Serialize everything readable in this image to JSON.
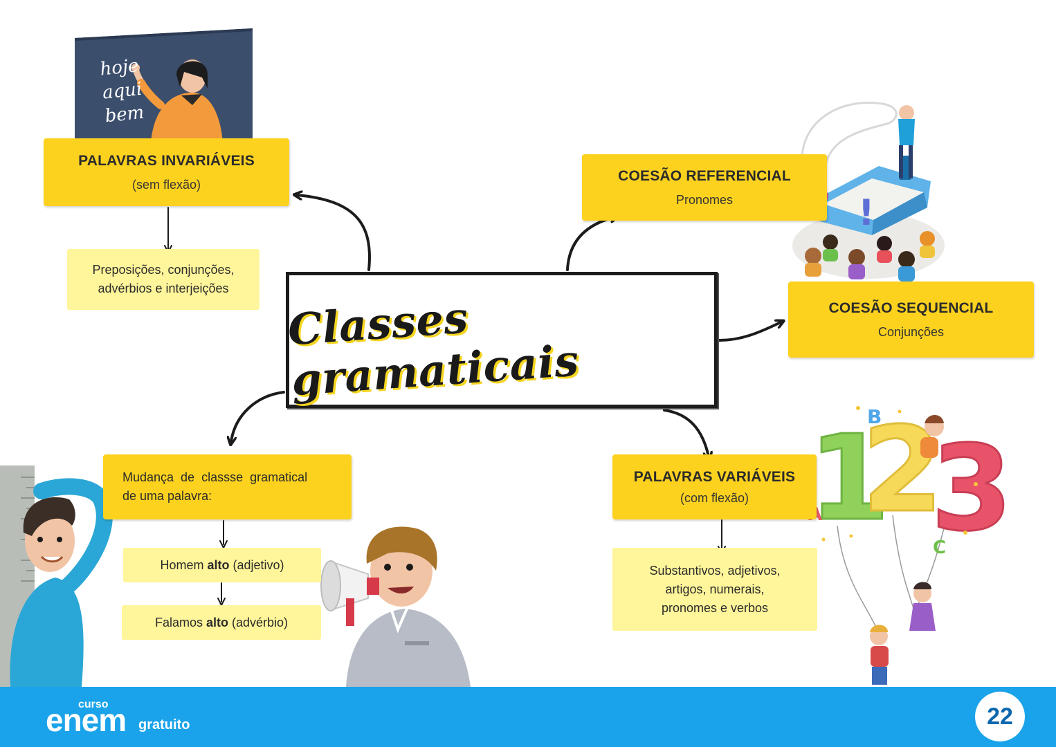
{
  "center": {
    "title": "Classes gramaticais"
  },
  "chalkboard": {
    "lines": [
      "hoje",
      "aqui",
      "bem"
    ]
  },
  "invariaveis": {
    "title": "PALAVRAS INVARIÁVEIS",
    "subtitle": "(sem flexão)",
    "detail_line1": "Preposições, conjunções,",
    "detail_line2": "advérbios e interjeições"
  },
  "coesao_referencial": {
    "title": "COESÃO REFERENCIAL",
    "subtitle": "Pronomes"
  },
  "coesao_sequencial": {
    "title": "COESÃO SEQUENCIAL",
    "subtitle": "Conjunções"
  },
  "mudanca": {
    "title_line1": "Mudança  de  classse  gramatical",
    "title_line2": "de uma palavra:",
    "example1": {
      "before": "Homem ",
      "bold": "alto",
      "after": " (adjetivo)"
    },
    "example2": {
      "before": "Falamos ",
      "bold": "alto",
      "after": " (advérbio)"
    }
  },
  "variaveis": {
    "title": "PALAVRAS VARIÁVEIS",
    "subtitle": "(com flexão)",
    "detail_line1": "Substantivos, adjetivos,",
    "detail_line2": "artigos, numerais,",
    "detail_line3": "pronomes e verbos"
  },
  "balloons": {
    "digits": [
      "1",
      "2",
      "3"
    ],
    "letters": [
      "A",
      "B",
      "C"
    ]
  },
  "footer": {
    "logo_curso": "curso",
    "logo_enem": "enem",
    "logo_gratuito": "gratuito",
    "page_number": "22"
  },
  "colors": {
    "header_yellow": "#fdd21f",
    "detail_yellow": "#fff59a",
    "footer_blue": "#1aa3ea",
    "chalkboard": "#3b4e6c"
  }
}
